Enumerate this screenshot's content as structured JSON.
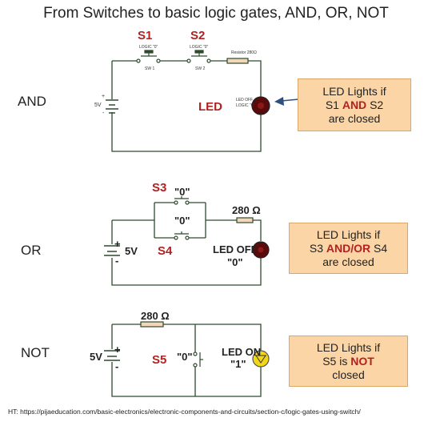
{
  "title": "From Switches to basic logic gates, AND, OR, NOT",
  "and_circuit": {
    "gate_label": "AND",
    "s1_label": "S1",
    "s2_label": "S2",
    "sw1_logic": "LOGIC \"0\"",
    "sw1_name": "SW 1",
    "sw2_logic": "LOGIC \"0\"",
    "sw2_name": "SW 2",
    "resistor_label": "Resistor 280Ω",
    "voltage": "5V",
    "plus": "+",
    "minus": "-",
    "led_label": "LED",
    "led_state_1": "LED OFF",
    "led_state_2": "LOGIC \"0\"",
    "box_line1": "LED Lights if",
    "box_s1": "S1",
    "box_op": "AND",
    "box_s2": "S2",
    "box_line3": "are closed"
  },
  "or_circuit": {
    "gate_label": "OR",
    "s3_label": "S3",
    "s4_label": "S4",
    "s3_state": "\"0\"",
    "s4_state": "\"0\"",
    "resistor_label": "280 Ω",
    "voltage": "5V",
    "plus": "+",
    "minus": "-",
    "led_state_1": "LED OFF",
    "led_state_2": "\"0\"",
    "box_line1": "LED Lights if",
    "box_s3": "S3",
    "box_op": "AND/OR",
    "box_s4": "S4",
    "box_line3": "are closed"
  },
  "not_circuit": {
    "gate_label": "NOT",
    "s5_label": "S5",
    "s5_state": "\"0\"",
    "resistor_label": "280 Ω",
    "voltage": "5V",
    "plus": "+",
    "minus": "-",
    "led_state_1": "LED ON",
    "led_state_2": "\"1\"",
    "box_line1": "LED Lights if",
    "box_s5_pre": "S5 is",
    "box_op": "NOT",
    "box_line3": "closed"
  },
  "footer": "HT: https://pijaeducation.com/basic-electronics/electronic-components-and-circuits/section-c/logic-gates-using-switch/",
  "colors": {
    "box_fill": "#fbd5a5",
    "accent_red": "#b22222",
    "wire": "#2e4a2e",
    "led_on": "#f2d61a",
    "led_off": "#5a0a0a",
    "arrow": "#2f4f7f"
  }
}
